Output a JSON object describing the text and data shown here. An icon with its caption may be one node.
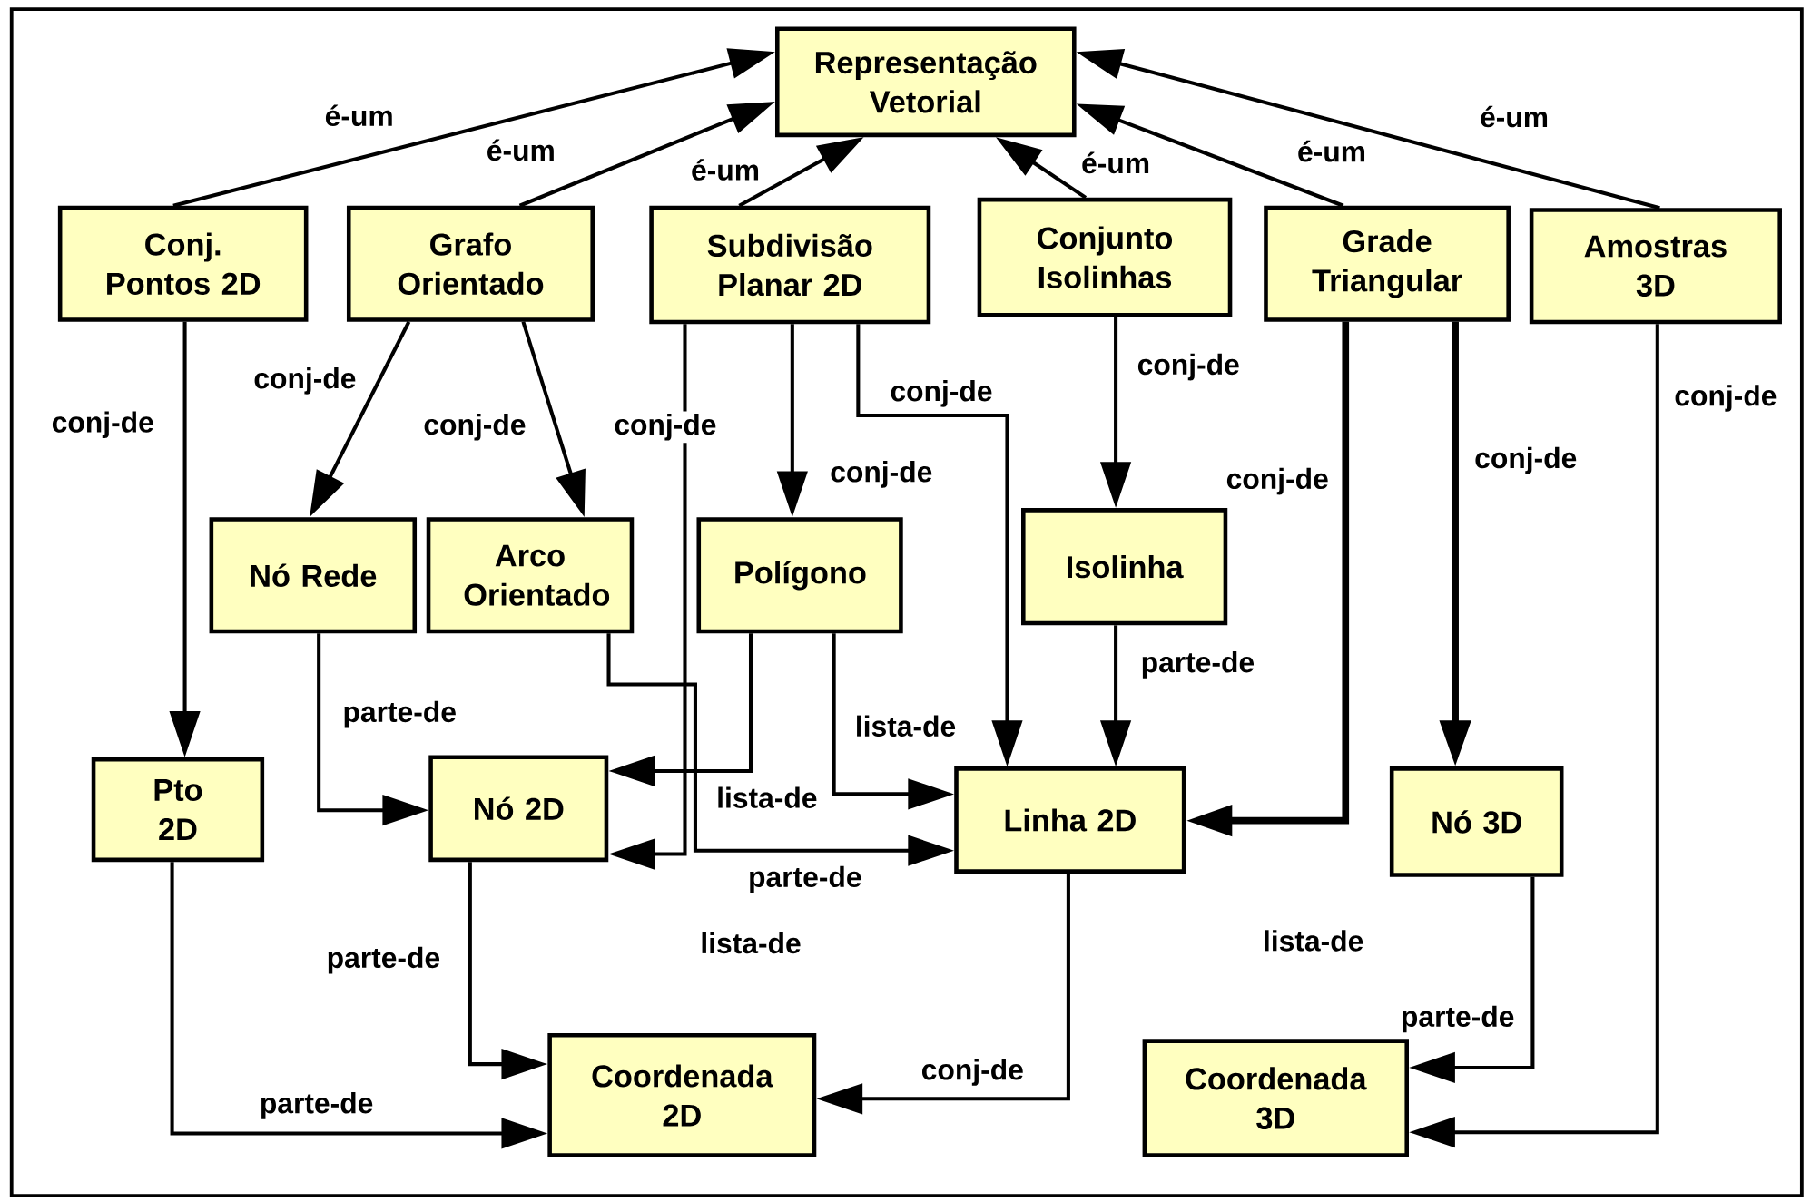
{
  "diagram": {
    "nodes": [
      {
        "text": [
          "Representação Vetorial"
        ]
      },
      {
        "text": [
          "Conj. Pontos 2D"
        ]
      },
      {
        "text": [
          "Grafo Orientado"
        ]
      },
      {
        "text": [
          "Subdivisão Planar 2D"
        ]
      },
      {
        "text": [
          "Conjunto Isolinhas"
        ]
      },
      {
        "text": [
          "Grade Triangular"
        ]
      },
      {
        "text": [
          "Amostras 3D"
        ]
      },
      {
        "text": [
          "Nó Rede"
        ]
      },
      {
        "text": [
          "Arco Orientado"
        ]
      },
      {
        "text": [
          "Polígono"
        ]
      },
      {
        "text": [
          "Isolinha"
        ]
      },
      {
        "text": [
          "Pto 2D"
        ]
      },
      {
        "text": [
          "Nó 2D"
        ]
      },
      {
        "text": [
          "Linha 2D"
        ]
      },
      {
        "text": [
          "Nó 3D"
        ]
      },
      {
        "text": [
          "Coordenada 2D"
        ]
      },
      {
        "text": [
          "Coordenada 3D"
        ]
      }
    ],
    "edges": [
      {
        "from": 1,
        "to": 0,
        "arrow": "to",
        "label": "é-um"
      },
      {
        "from": 2,
        "to": 0,
        "arrow": "to",
        "label": "é-um"
      },
      {
        "from": 3,
        "to": 0,
        "arrow": "to",
        "label": "é-um"
      },
      {
        "from": 4,
        "to": 0,
        "arrow": "to",
        "label": "é-um"
      },
      {
        "from": 5,
        "to": 0,
        "arrow": "to",
        "label": "é-um"
      },
      {
        "from": 6,
        "to": 0,
        "arrow": "to",
        "label": "é-um"
      },
      {
        "from": 1,
        "to": 11,
        "arrow": "to",
        "label": "conj-de"
      },
      {
        "from": 2,
        "to": 7,
        "arrow": "to",
        "label": "conj-de"
      },
      {
        "from": 2,
        "to": 8,
        "arrow": "to",
        "label": "conj-de"
      },
      {
        "from": 3,
        "to": 9,
        "arrow": "to",
        "label": "conj-de"
      },
      {
        "from": 3,
        "to": 13,
        "arrow": "to",
        "label": "conj-de"
      },
      {
        "from": 3,
        "to": 12,
        "arrow": "to",
        "label": "conj-de"
      },
      {
        "from": 4,
        "to": 10,
        "arrow": "to",
        "label": "conj-de"
      },
      {
        "from": 5,
        "to": 13,
        "arrow": "to",
        "label": "conj-de",
        "style": "thick"
      },
      {
        "from": 5,
        "to": 14,
        "arrow": "to",
        "label": "conj-de",
        "style": "thick"
      },
      {
        "from": 6,
        "to": 16,
        "arrow": "to",
        "label": "conj-de"
      },
      {
        "from": 7,
        "to": 12,
        "arrow": "to",
        "label": "parte-de"
      },
      {
        "from": 8,
        "to": 13,
        "arrow": "to",
        "label": "parte-de"
      },
      {
        "from": 9,
        "to": 12,
        "arrow": "to",
        "label": "lista-de"
      },
      {
        "from": 9,
        "to": 13,
        "arrow": "to",
        "label": "lista-de"
      },
      {
        "from": 10,
        "to": 13,
        "arrow": "to",
        "label": "parte-de"
      },
      {
        "from": 11,
        "to": 15,
        "arrow": "to",
        "label": "parte-de"
      },
      {
        "from": 12,
        "to": 15,
        "arrow": "to",
        "label": "parte-de"
      },
      {
        "from": 13,
        "to": 15,
        "arrow": "to",
        "label": "conj-de"
      },
      {
        "from": 14,
        "to": 16,
        "arrow": "to",
        "label": "parte-de"
      }
    ],
    "labels": [
      "lista-de",
      "lista-de"
    ]
  }
}
